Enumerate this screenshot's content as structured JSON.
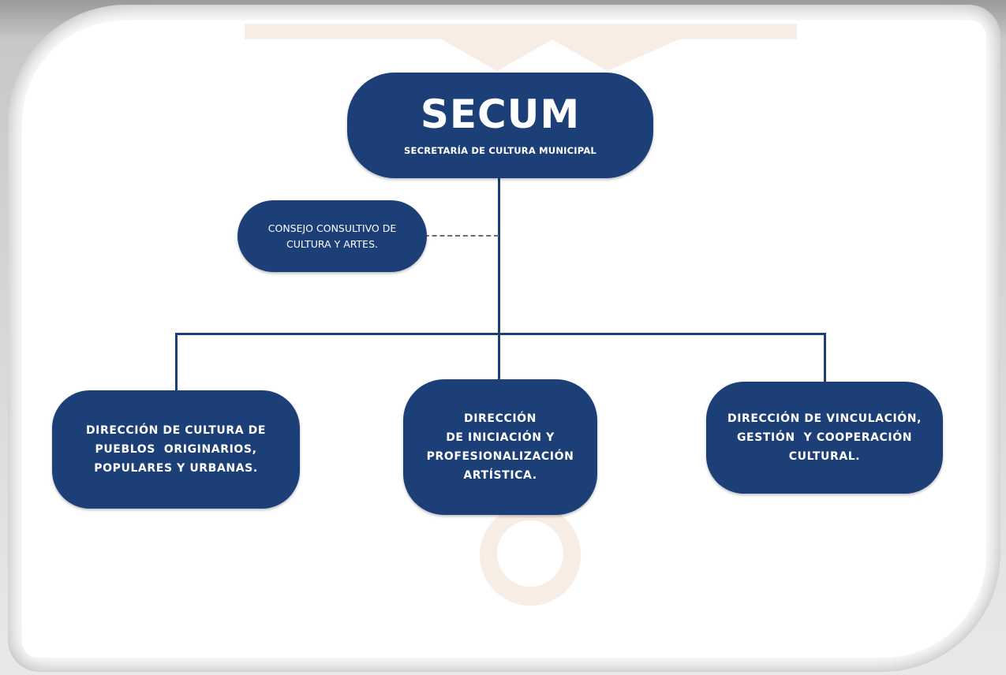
{
  "diagram": {
    "root": {
      "title": "SECUM",
      "subtitle": "SECRETARÍA DE CULTURA MUNICIPAL"
    },
    "advisory": {
      "lines": [
        "CONSEJO CONSULTIVO DE",
        "CULTURA Y ARTES."
      ]
    },
    "directorates": [
      {
        "lines": [
          "DIRECCIÓN DE CULTURA DE",
          "PUEBLOS  ORIGINARIOS,",
          "POPULARES Y URBANAS."
        ]
      },
      {
        "lines": [
          "DIRECCIÓN",
          "DE INICIACIÓN Y",
          "PROFESIONALIZACIÓN",
          "ARTÍSTICA."
        ]
      },
      {
        "lines": [
          "DIRECCIÓN DE VINCULACIÓN,",
          "GESTIÓN  Y COOPERACIÓN",
          "CULTURAL."
        ]
      }
    ]
  },
  "colors": {
    "node_fill": "#1c3f77",
    "connector": "#1c3f77",
    "dashed_connector": "#6d6d6d",
    "watermark": "#c9793a"
  }
}
